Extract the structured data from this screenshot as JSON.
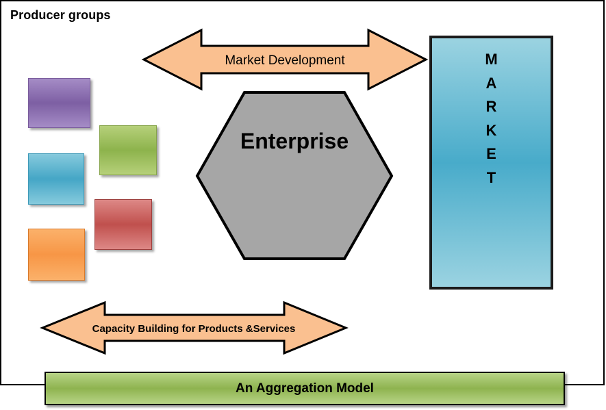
{
  "header": {
    "title": "Producer groups"
  },
  "arrows": {
    "market_development": "Market Development",
    "capacity_building": "Capacity Building for Products &Services"
  },
  "hexagon": {
    "label": "Enterprise"
  },
  "market": {
    "letters": [
      "M",
      "A",
      "R",
      "K",
      "E",
      "T"
    ]
  },
  "footer": {
    "label": "An Aggregation Model"
  },
  "colors": {
    "arrow_fill": "#fac090",
    "hexagon_fill": "#a6a6a6",
    "market_fill": "#48abca",
    "aggregation_fill": "#9bbb59",
    "producer_purple": "#8064a2",
    "producer_green": "#9bbb59",
    "producer_blue": "#4bacc6",
    "producer_red": "#c0504d",
    "producer_orange": "#f79646"
  }
}
